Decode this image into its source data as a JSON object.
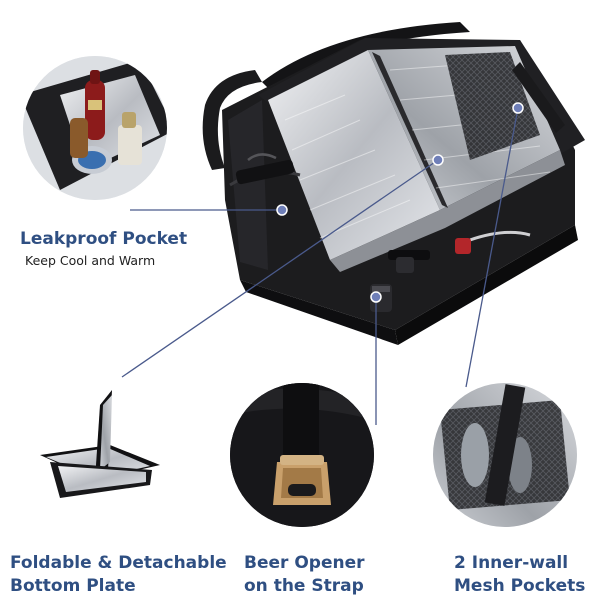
{
  "features": {
    "leakproof": {
      "title": "Leakproof Pocket",
      "subtitle": "Keep Cool and Warm"
    },
    "bottom_plate": {
      "line1": "Foldable & Detachable",
      "line2": "Bottom Plate"
    },
    "beer_opener": {
      "line1": "Beer Opener",
      "line2": "on the Strap"
    },
    "mesh_pockets": {
      "line1": "2 Inner-wall",
      "line2": "Mesh Pockets"
    }
  },
  "colors": {
    "label_text": "#2f4f82",
    "callout_line": "#4a5a8c",
    "bag_black": "#1c1c1e",
    "lining_silver": "#c9ccd1"
  }
}
